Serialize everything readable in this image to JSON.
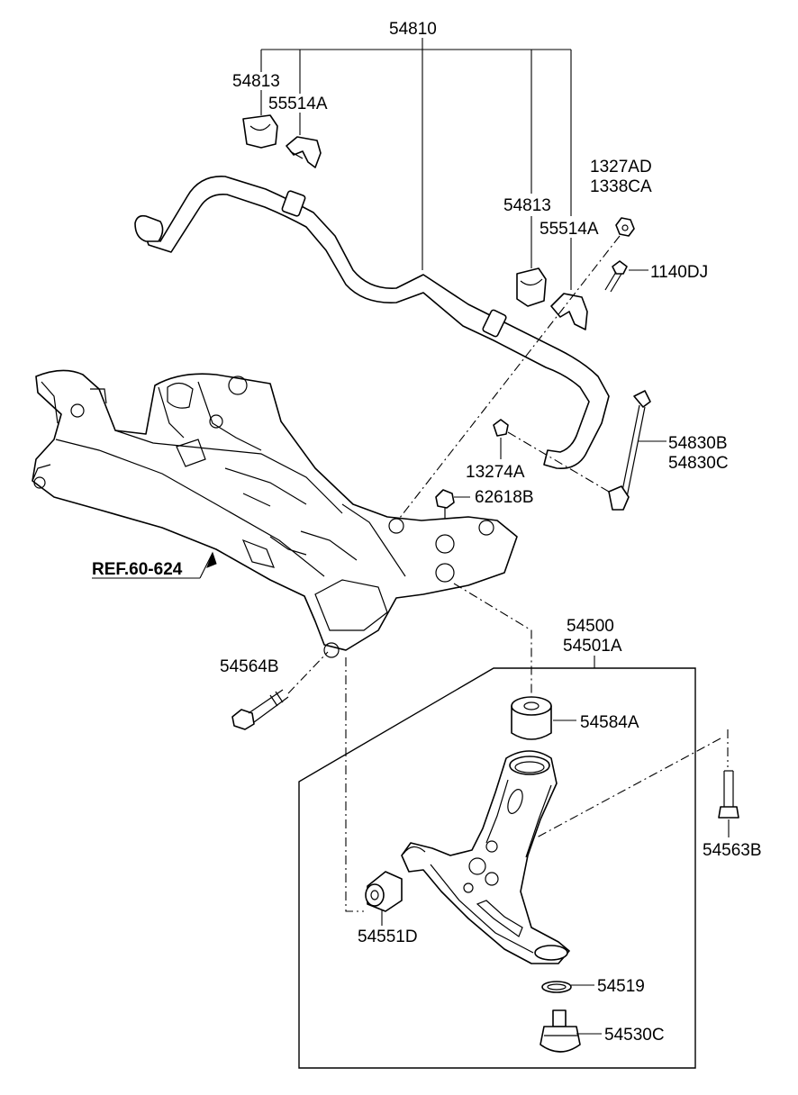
{
  "labels": {
    "l_54810": "54810",
    "l_54813_a": "54813",
    "l_55514A_a": "55514A",
    "l_54813_b": "54813",
    "l_55514A_b": "55514A",
    "l_1327AD": "1327AD",
    "l_1338CA": "1338CA",
    "l_1140DJ": "1140DJ",
    "l_54830B": "54830B",
    "l_54830C": "54830C",
    "l_13274A": "13274A",
    "l_62618B": "62618B",
    "l_ref": "REF.60-624",
    "l_54500": "54500",
    "l_54501A": "54501A",
    "l_54564B": "54564B",
    "l_54584A": "54584A",
    "l_54563B": "54563B",
    "l_54551D": "54551D",
    "l_54519": "54519",
    "l_54530C": "54530C"
  }
}
